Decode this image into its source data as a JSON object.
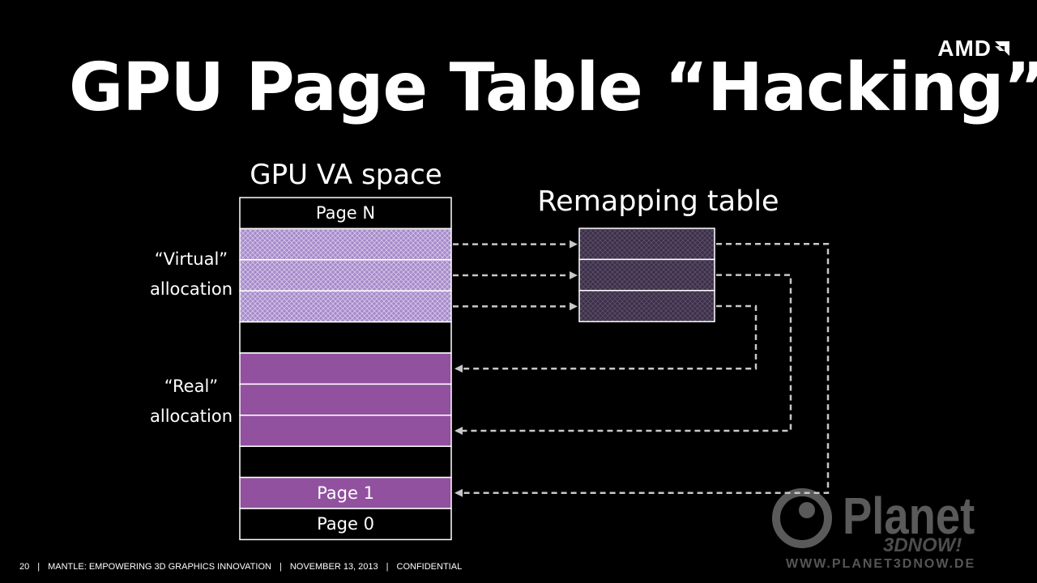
{
  "title": "GPU Page Table “Hacking”",
  "logo": {
    "text": "AMD"
  },
  "diagram": {
    "va_heading": "GPU VA space",
    "remap_heading": "Remapping table",
    "virtual_label": [
      "“Virtual”",
      "allocation"
    ],
    "real_label": [
      "“Real”",
      "allocation"
    ],
    "va_cells": [
      {
        "label": "Page N",
        "kind": "empty"
      },
      {
        "label": "",
        "kind": "virtual"
      },
      {
        "label": "",
        "kind": "virtual"
      },
      {
        "label": "",
        "kind": "virtual"
      },
      {
        "label": "",
        "kind": "empty"
      },
      {
        "label": "",
        "kind": "real"
      },
      {
        "label": "",
        "kind": "real"
      },
      {
        "label": "",
        "kind": "real"
      },
      {
        "label": "",
        "kind": "empty"
      },
      {
        "label": "Page 1",
        "kind": "real"
      },
      {
        "label": "Page 0",
        "kind": "empty"
      }
    ],
    "remap_cells": 3,
    "mappings": [
      {
        "from_virtual": 0,
        "to_va_cell": 9
      },
      {
        "from_virtual": 1,
        "to_va_cell": 7
      },
      {
        "from_virtual": 2,
        "to_va_cell": 5
      }
    ],
    "colors": {
      "virtual": "#a58ac8",
      "real": "#91519f",
      "remap": "#3b3046",
      "border": "#ffffff",
      "arrow": "#c8c8c8"
    }
  },
  "footer": {
    "page": "20",
    "subtitle": "MANTLE: EMPOWERING 3D GRAPHICS INNOVATION",
    "date": "NOVEMBER 13, 2013",
    "status": "CONFIDENTIAL"
  },
  "watermark": {
    "word": "Planet",
    "sub": "3DNOW!",
    "url": "WWW.PLANET3DNOW.DE"
  }
}
